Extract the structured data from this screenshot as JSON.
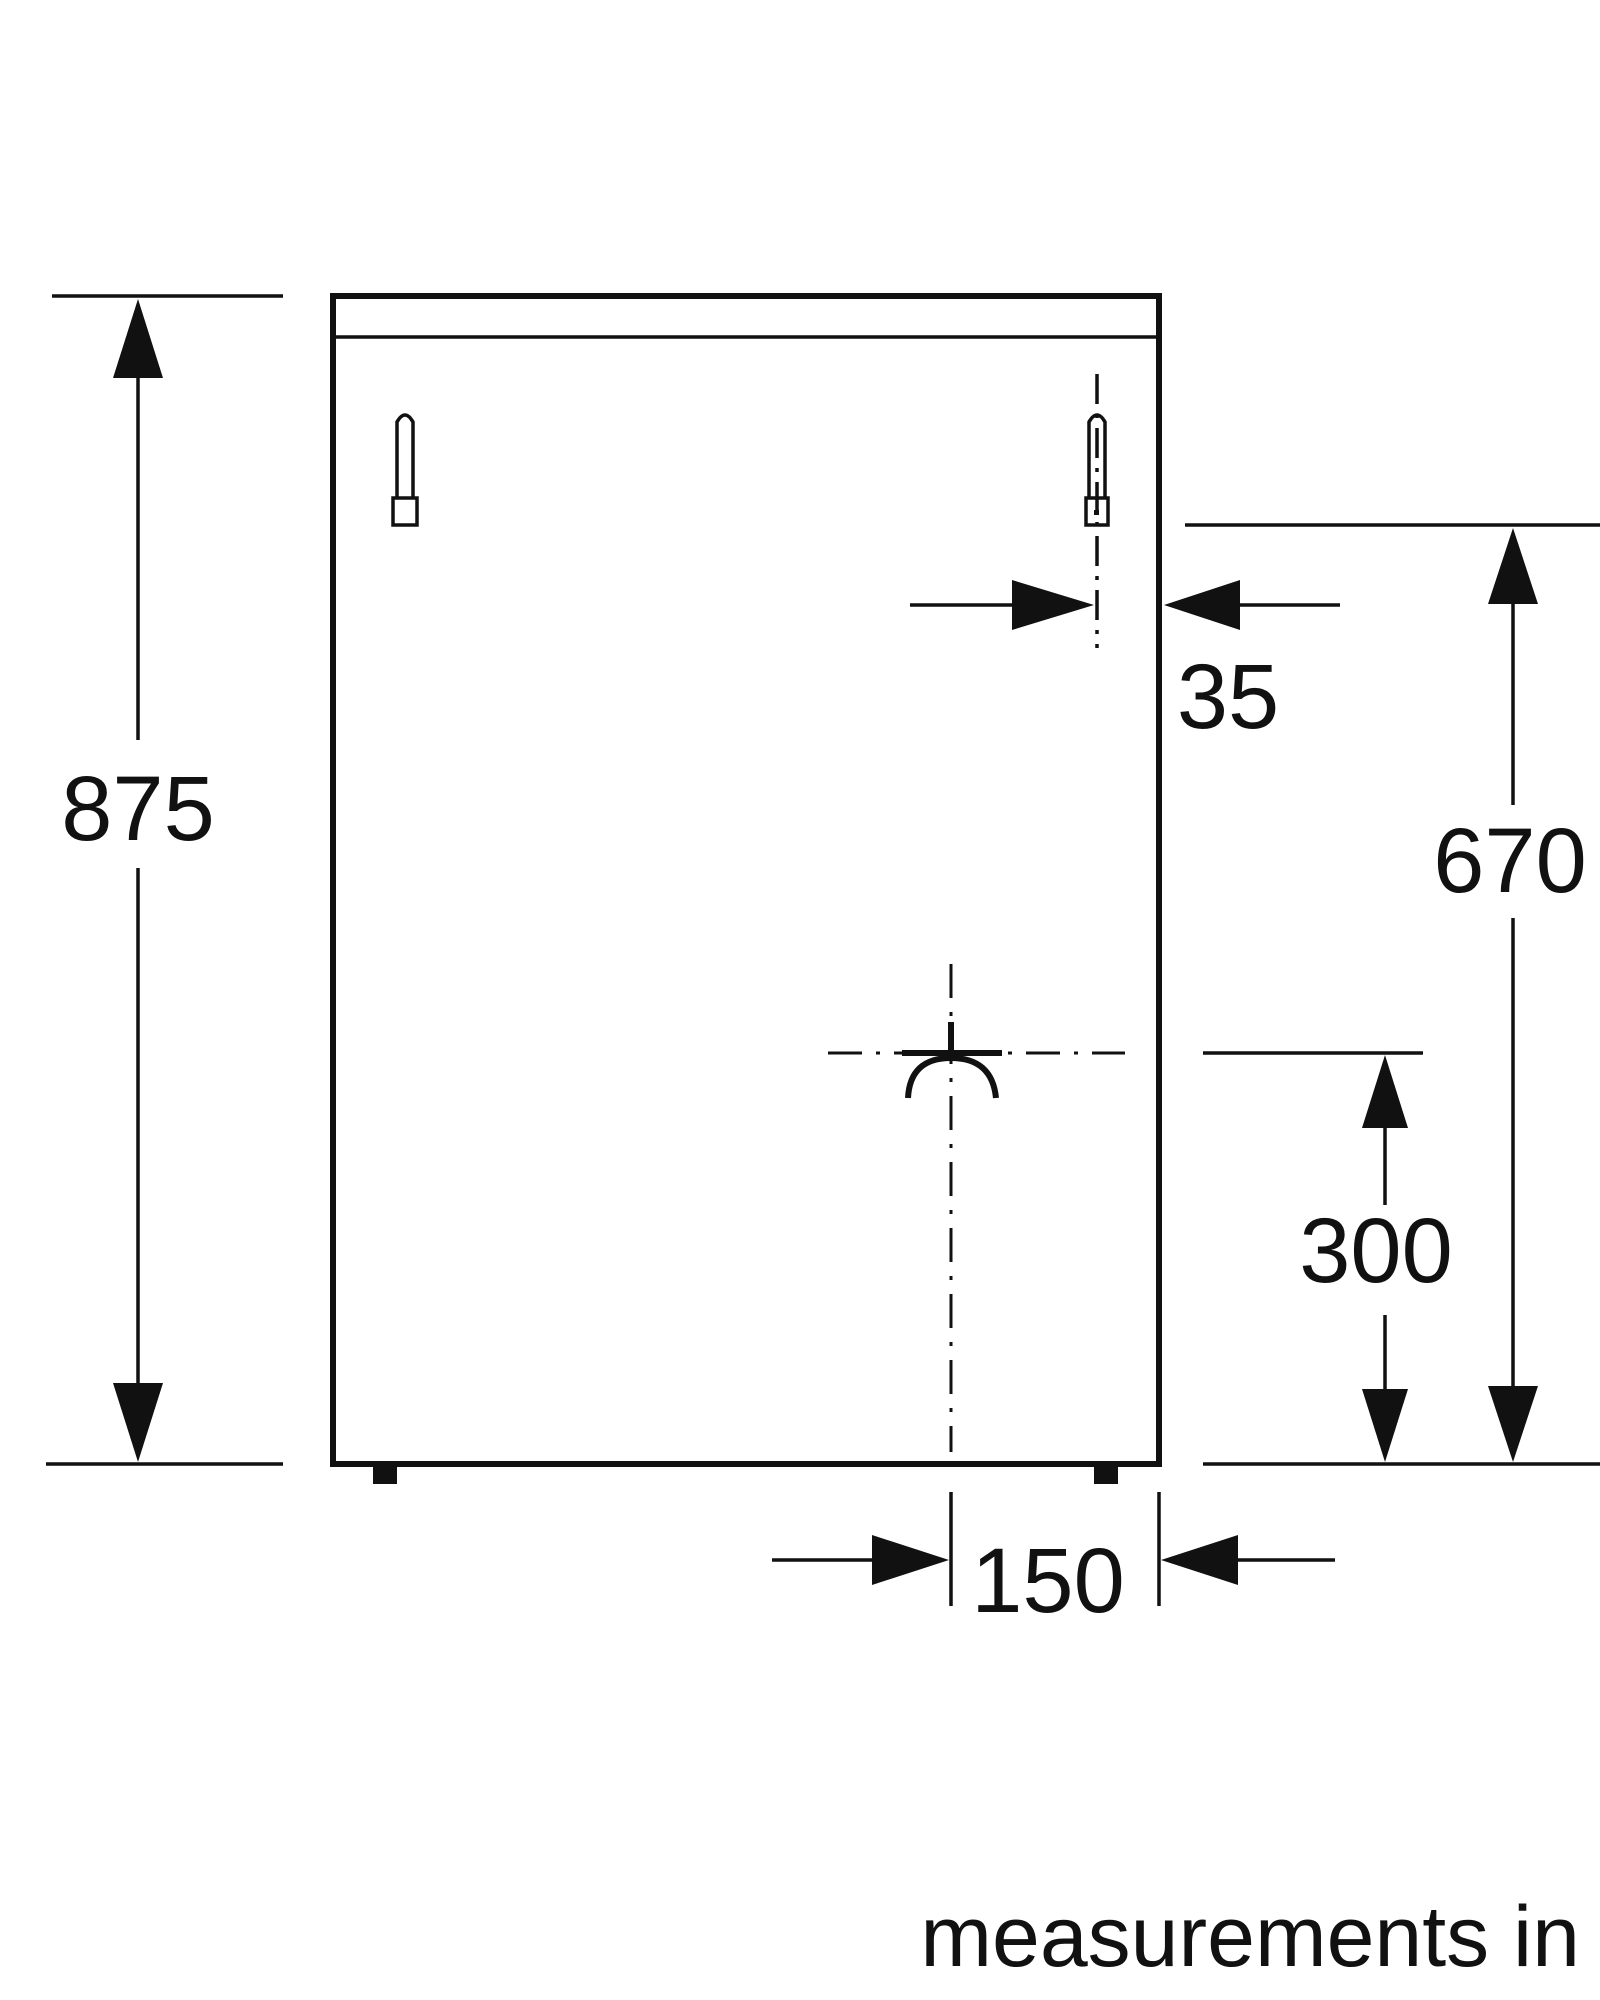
{
  "dimensions": {
    "overall_height": "875",
    "connection_height": "670",
    "edge_offset": "35",
    "drain_height": "300",
    "drain_offset": "150"
  },
  "footnote": "measurements in",
  "colors": {
    "line": "#111111",
    "background": "#ffffff"
  }
}
